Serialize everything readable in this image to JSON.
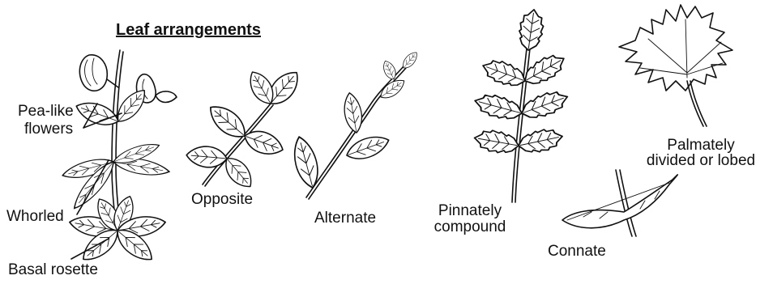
{
  "title": "Leaf arrangements",
  "labels": {
    "pea_like_line1": "Pea-like",
    "pea_like_line2": "flowers",
    "whorled": "Whorled",
    "basal_rosette": "Basal rosette",
    "opposite": "Opposite",
    "alternate": "Alternate",
    "pinnately_line1": "Pinnately",
    "pinnately_line2": "compound",
    "connate": "Connate",
    "palmately_line1": "Palmately",
    "palmately_line2": "divided or lobed"
  }
}
